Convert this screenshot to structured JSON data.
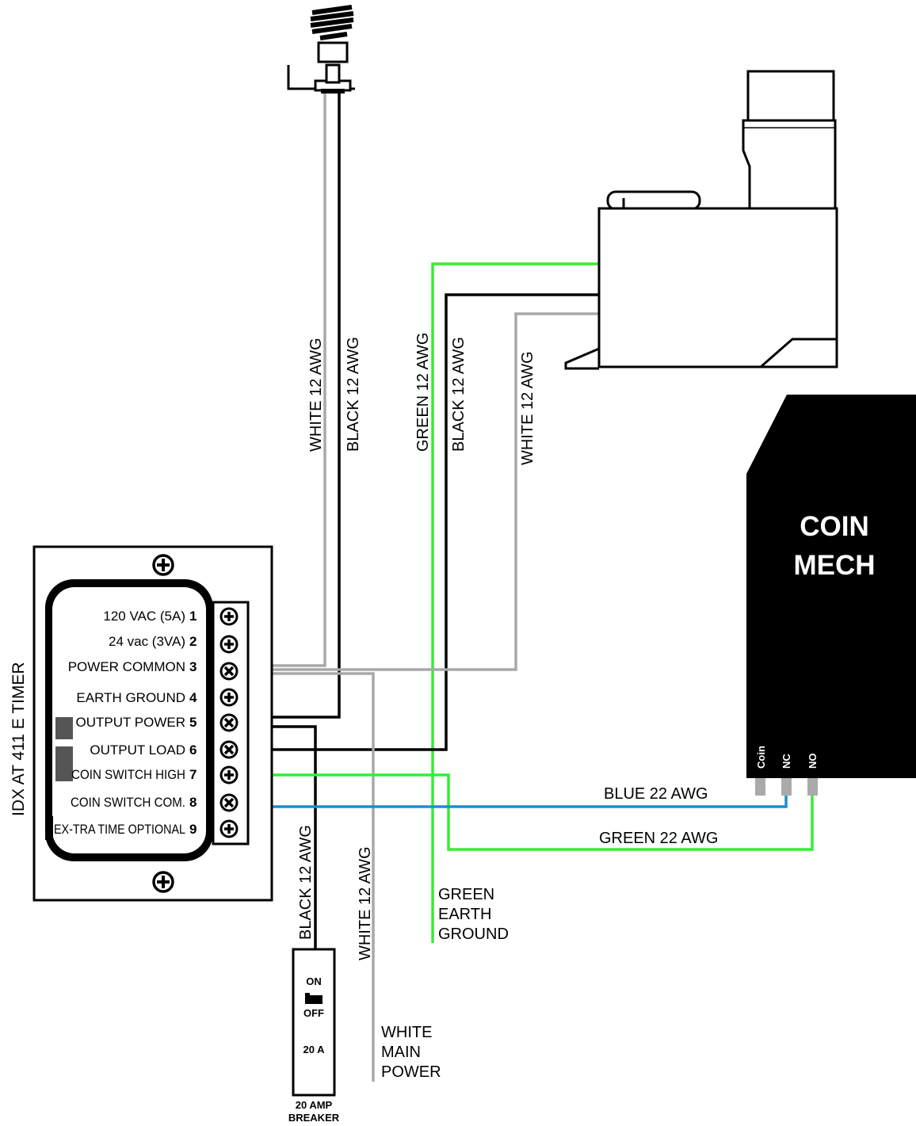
{
  "timer": {
    "title": "IDX AT 411 E TIMER",
    "terminals": [
      {
        "label": "120 VAC (5A)",
        "num": "1"
      },
      {
        "label": "24 vac (3VA)",
        "num": "2"
      },
      {
        "label": "POWER COMMON",
        "num": "3"
      },
      {
        "label": "EARTH GROUND",
        "num": "4"
      },
      {
        "label": "OUTPUT POWER",
        "num": "5"
      },
      {
        "label": "OUTPUT LOAD",
        "num": "6"
      },
      {
        "label": "COIN SWITCH HIGH",
        "num": "7"
      },
      {
        "label": "COIN SWITCH COM.",
        "num": "8"
      },
      {
        "label": "EX-TRA TIME OPTIONAL",
        "num": "9"
      }
    ]
  },
  "wires": {
    "lamp_white": "WHITE 12 AWG",
    "lamp_black": "BLACK 12 AWG",
    "load_green": "GREEN 12 AWG",
    "load_black": "BLACK 12 AWG",
    "load_white": "WHITE 12 AWG",
    "blue_22": "BLUE 22 AWG",
    "green_22": "GREEN 22 AWG",
    "breaker_black": "BLACK 12 AWG",
    "main_white": "WHITE 12 AWG"
  },
  "coin_mech": {
    "title_line1": "COIN",
    "title_line2": "MECH",
    "pins": [
      "Coin",
      "NC",
      "NO"
    ]
  },
  "breaker": {
    "on": "ON",
    "off": "OFF",
    "rating": "20 A",
    "caption_line1": "20 AMP",
    "caption_line2": "BREAKER"
  },
  "ground_label": [
    "GREEN",
    "EARTH",
    "GROUND"
  ],
  "main_power_label": [
    "WHITE",
    "MAIN",
    "POWER"
  ],
  "colors": {
    "green": "#33ee33",
    "white_wire": "#a8a8a8",
    "blue": "#1a8fd0",
    "red": "#e02020",
    "black": "#000000"
  }
}
